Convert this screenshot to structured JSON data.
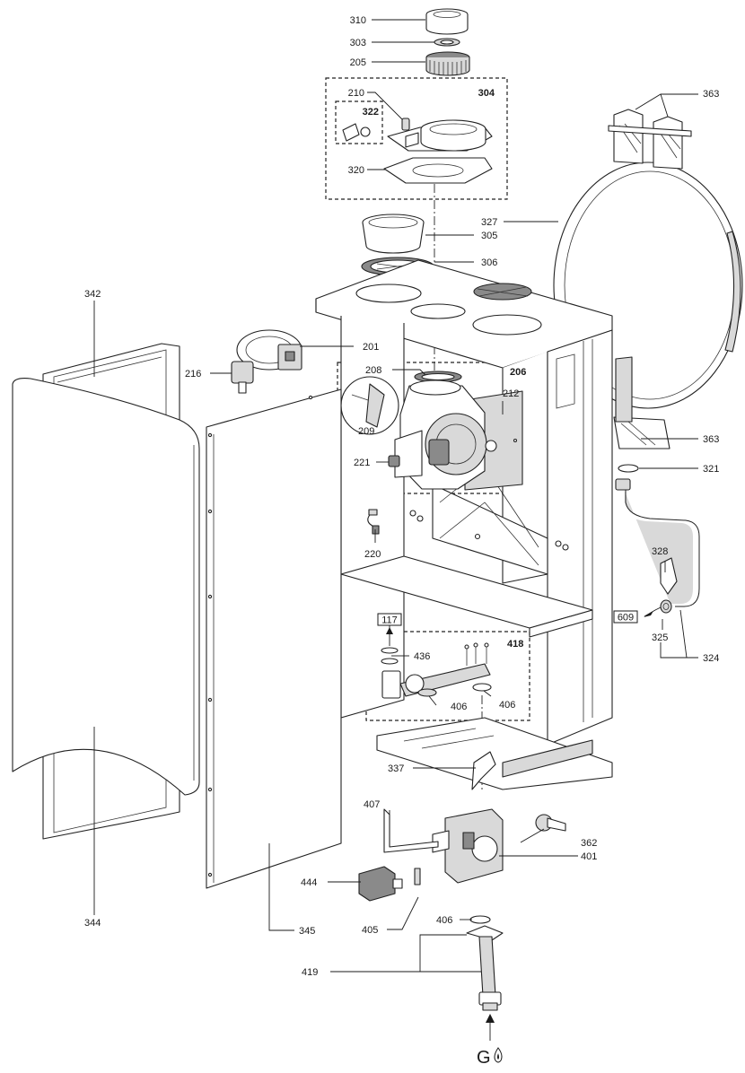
{
  "labels": {
    "p117": "117",
    "p201": "201",
    "p205": "205",
    "p206": "206",
    "p208": "208",
    "p209": "209",
    "p210": "210",
    "p212": "212",
    "p216": "216",
    "p220": "220",
    "p221": "221",
    "p303": "303",
    "p304": "304",
    "p305": "305",
    "p306": "306",
    "p310": "310",
    "p320": "320",
    "p321": "321",
    "p322": "322",
    "p324": "324",
    "p325": "325",
    "p327": "327",
    "p328": "328",
    "p337": "337",
    "p342": "342",
    "p344": "344",
    "p345": "345",
    "p362": "362",
    "p363a": "363",
    "p363b": "363",
    "p401": "401",
    "p405": "405",
    "p406a": "406",
    "p406b": "406",
    "p406c": "406",
    "p407": "407",
    "p418": "418",
    "p419": "419",
    "p436": "436",
    "p444": "444",
    "p609": "609",
    "gas_inlet": "G"
  },
  "icons": {
    "gas_inlet": "flame-icon"
  }
}
